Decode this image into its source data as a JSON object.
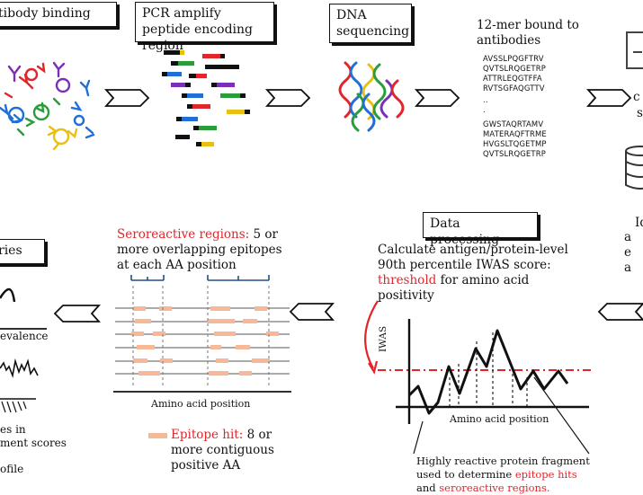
{
  "steps": {
    "antibody_binding": "tibody binding",
    "pcr_amplify": "PCR amplify peptide encoding region",
    "dna_sequencing": "DNA sequencing",
    "data_processing": "Data processing",
    "left_box": "ries"
  },
  "mer_title": "12-mer bound to antibodies",
  "sequences_top": [
    "AVSSLPQGFTRV",
    "QVTSLRQGETRP",
    "ATTRLEQGTFFA",
    "RVTSGFAQGTTV",
    ".."
  ],
  "sequences_dots": ".",
  "sequences_bottom": [
    "GWSTAQRTAMV",
    "MATERAQFTRME",
    "HVGSLTQGETMP",
    "QVTSLRQGETRP"
  ],
  "right_fragments": {
    "line1": "Id",
    "line2": "a",
    "line3": "e",
    "line4": "a",
    "top_c": "c",
    "top_s": "s"
  },
  "seroreactive": {
    "label": "Seroreactive regions:",
    "rest_line1": " 5 or",
    "rest_line2": "more overlapping epitopes",
    "rest_line3": "at each AA position"
  },
  "calc": {
    "line1": "Calculate antigen/protein-level",
    "line2": "90th percentile IWAS score:",
    "threshold": "threshold",
    "line3_rest": " for amino acid",
    "line4": "positivity"
  },
  "left_notes": {
    "prevalence": "evalence",
    "es_in": "es in",
    "ment_scores": "ment scores",
    "ofile": "ofile"
  },
  "middle_axis_label": "Amino acid position",
  "epitope_hit": {
    "label": "Epitope hit:",
    "rest1": " 8 or",
    "line2": "more contiguous",
    "line3": "positive AA"
  },
  "plot": {
    "ylabel": "IWAS",
    "xlabel": "Amino acid position"
  },
  "fragment_note": {
    "line1": "Highly reactive protein fragment",
    "line2": "used to determine",
    "epitope_hits": "epitope hits",
    "and": "and",
    "sero_regions": "seroreactive regions."
  },
  "colors": {
    "red": "#e0262b",
    "orange_bar": "#f6b896",
    "gray_line": "#8f8f8f"
  }
}
